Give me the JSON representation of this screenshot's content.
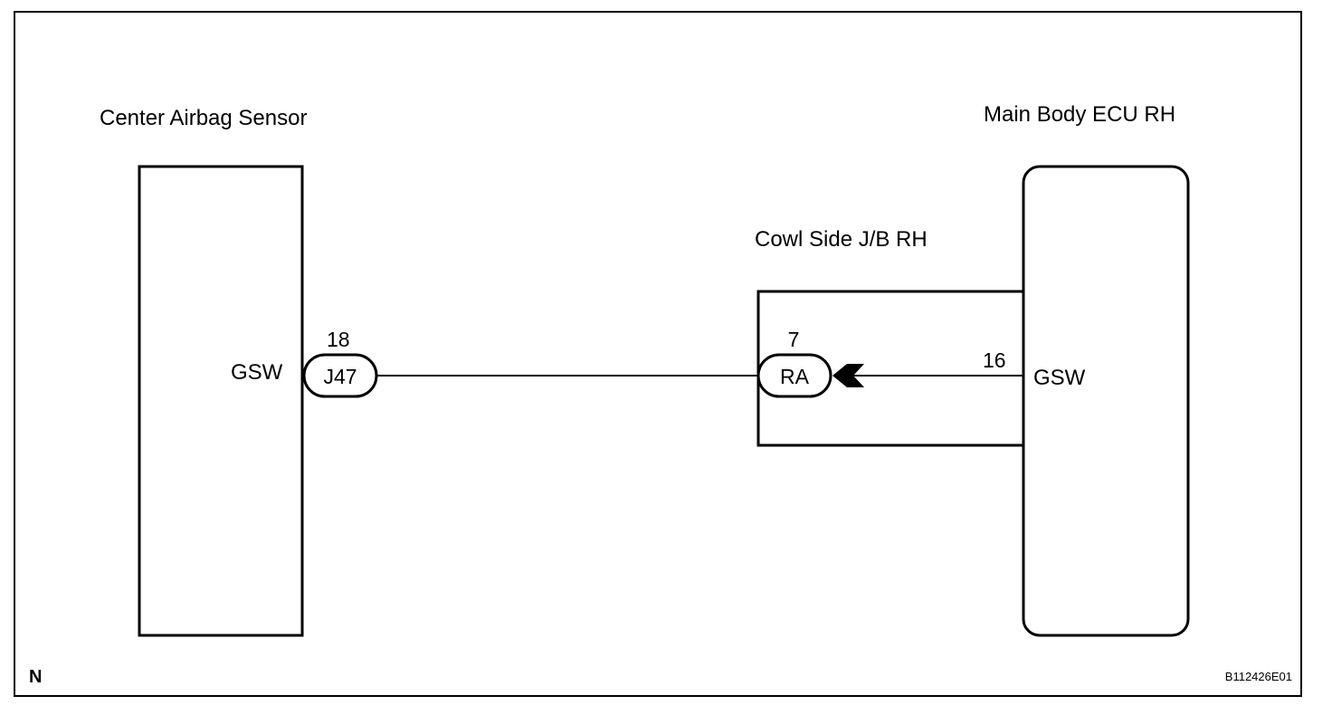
{
  "components": {
    "left": {
      "title": "Center Airbag Sensor",
      "pin_name": "GSW"
    },
    "junction": {
      "title": "Cowl Side J/B RH"
    },
    "right": {
      "title": "Main Body ECU RH",
      "pin_name": "GSW"
    }
  },
  "connectors": {
    "left": {
      "code": "J47",
      "pin": "18"
    },
    "junction": {
      "code": "RA",
      "pin": "7"
    },
    "right": {
      "pin": "16"
    }
  },
  "footer": {
    "corner_letter": "N",
    "figure_id": "B112426E01"
  }
}
